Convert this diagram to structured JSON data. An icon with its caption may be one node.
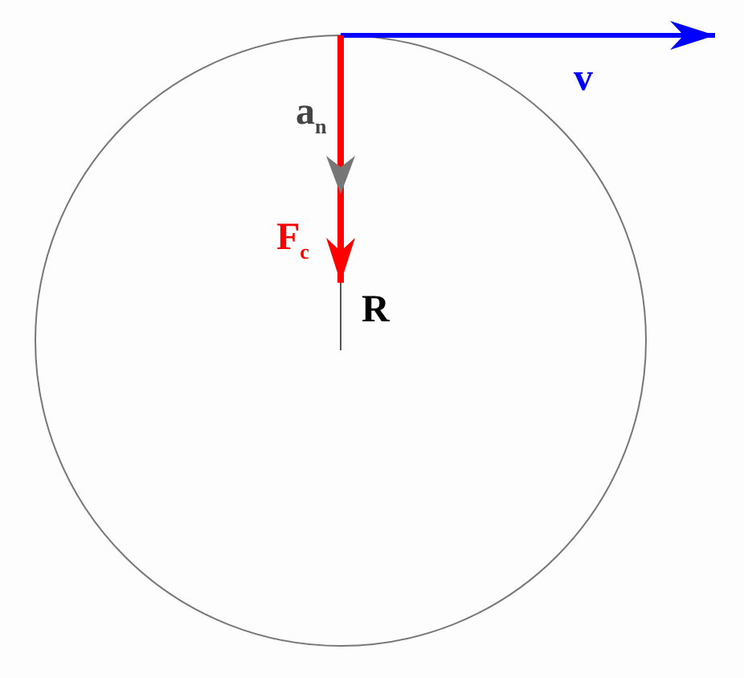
{
  "diagram": {
    "labels": [
      "v",
      "a$_{n}$",
      "F$_{c}$",
      "R"
    ]
  }
}
